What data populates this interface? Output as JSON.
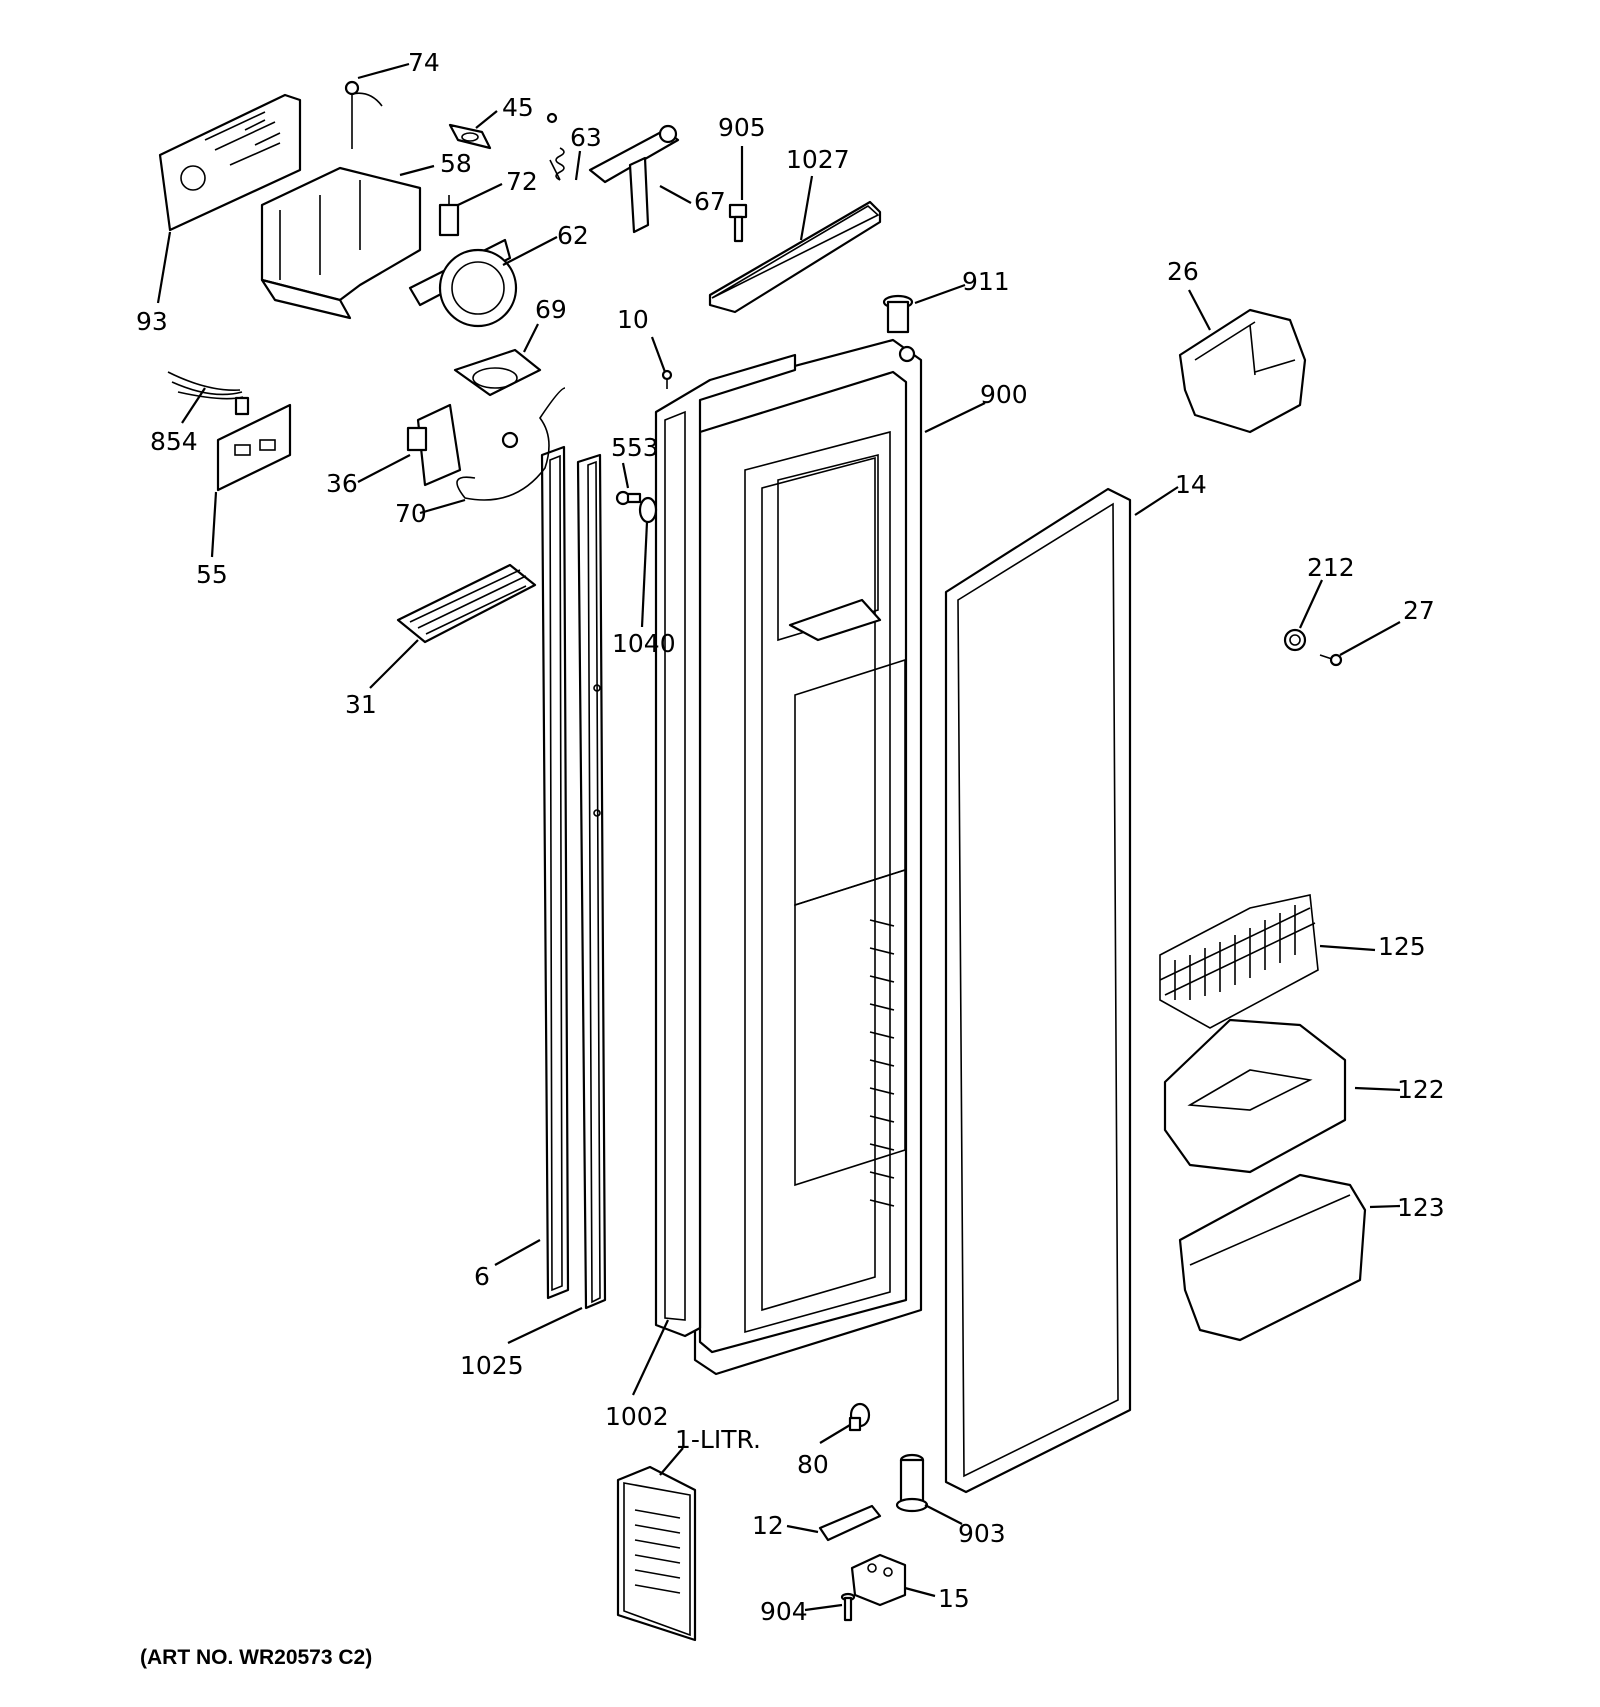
{
  "diagram": {
    "art_number": "(ART NO. WR20573 C2)",
    "callouts": {
      "c74": "74",
      "c45": "45",
      "c63": "63",
      "c905": "905",
      "c1027": "1027",
      "c58": "58",
      "c72": "72",
      "c67": "67",
      "c62": "62",
      "c93": "93",
      "c911": "911",
      "c26": "26",
      "c10": "10",
      "c69": "69",
      "c900": "900",
      "c854": "854",
      "c553": "553",
      "c36": "36",
      "c14": "14",
      "c70": "70",
      "c55": "55",
      "c212": "212",
      "c27": "27",
      "c1040": "1040",
      "c31": "31",
      "c125": "125",
      "c122": "122",
      "c123": "123",
      "c6": "6",
      "c1025": "1025",
      "c1002": "1002",
      "c1litr": "1-LITR.",
      "c80": "80",
      "c12": "12",
      "c903": "903",
      "c904": "904",
      "c15": "15"
    }
  }
}
